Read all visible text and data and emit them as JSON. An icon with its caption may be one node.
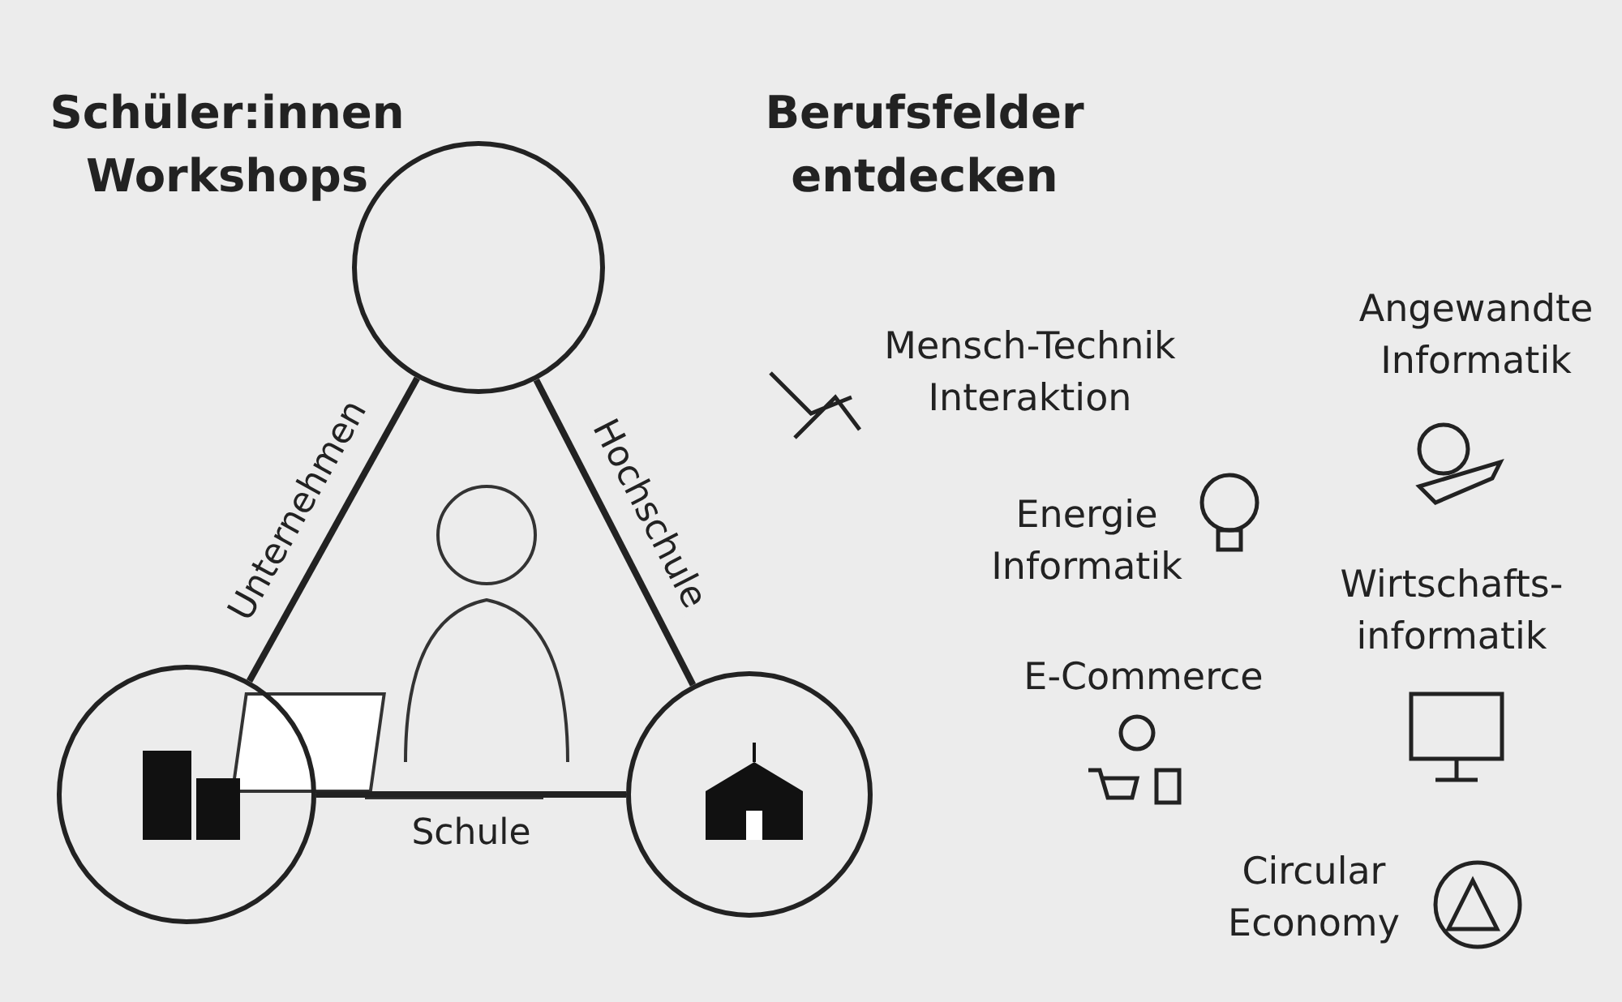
{
  "diagram": {
    "nodes": [
      {
        "text": [],
        "shape": "circle"
      },
      {
        "text": [],
        "shape": "circle"
      },
      {
        "text": [],
        "shape": "circle"
      }
    ],
    "edges": [
      {
        "from": 0,
        "to": 1,
        "arrow": "none",
        "label": "Unternehmen"
      },
      {
        "from": 0,
        "to": 2,
        "arrow": "none",
        "label": "Hochschule"
      },
      {
        "from": 1,
        "to": 2,
        "arrow": "none",
        "label": "Schule"
      }
    ],
    "labels": [
      "Schüler:innen Workshops",
      "Berufsfelder entdecken",
      "Mensch-Technik Interaktion",
      "Angewandte Informatik",
      "Energie Informatik",
      "Wirtschafts- informatik",
      "E-Commerce",
      "Circular Economy"
    ]
  }
}
